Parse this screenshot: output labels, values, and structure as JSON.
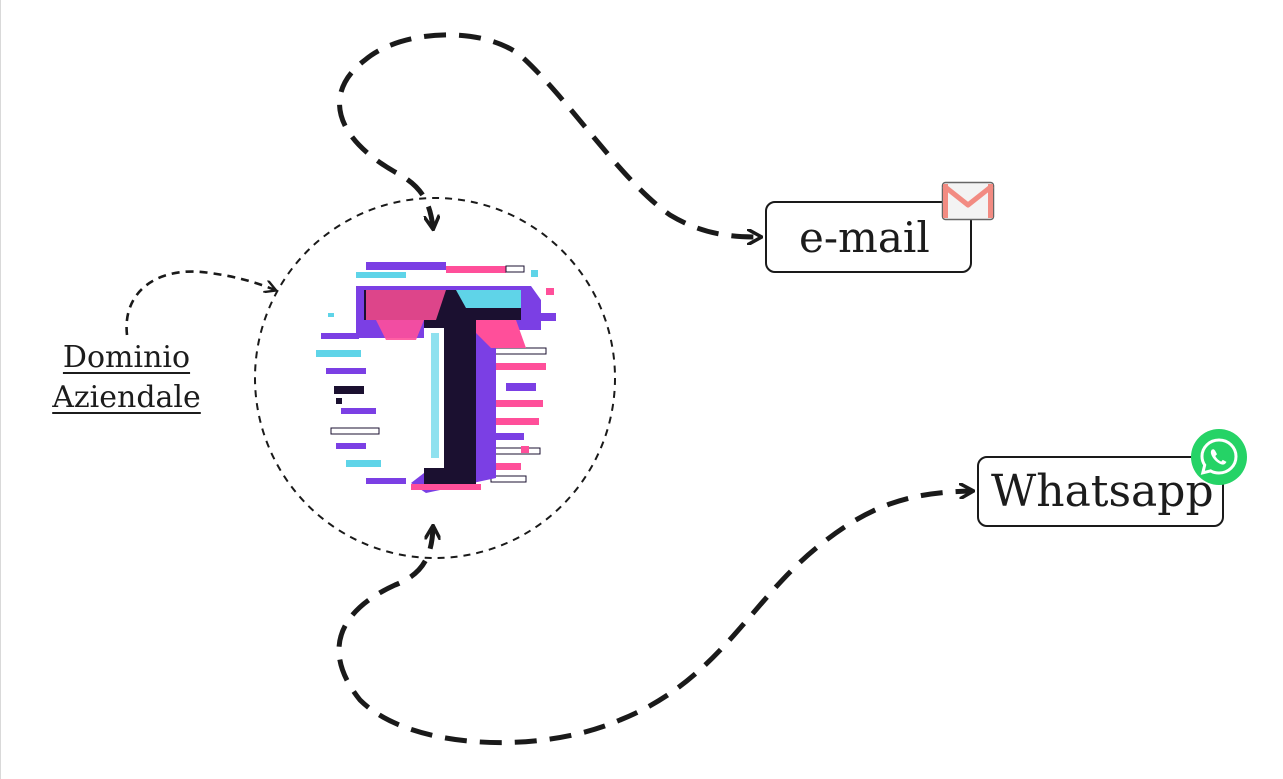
{
  "nodes": {
    "domain_label": {
      "line1": "Dominio",
      "line2": "Aziendale"
    },
    "email": {
      "label": "e-mail",
      "icon": "mail-icon"
    },
    "whatsapp": {
      "label": "Whatsapp",
      "icon": "whatsapp-icon"
    },
    "center": {
      "icon": "letter-t-glitch-logo"
    }
  },
  "colors": {
    "ink": "#1a1a1a",
    "logo_purple": "#7b3fe4",
    "logo_pink": "#ff4f9a",
    "logo_cyan": "#5fd4e8",
    "logo_dark": "#1b1030",
    "whatsapp_green": "#25d366",
    "mail_red": "#f28b82"
  }
}
